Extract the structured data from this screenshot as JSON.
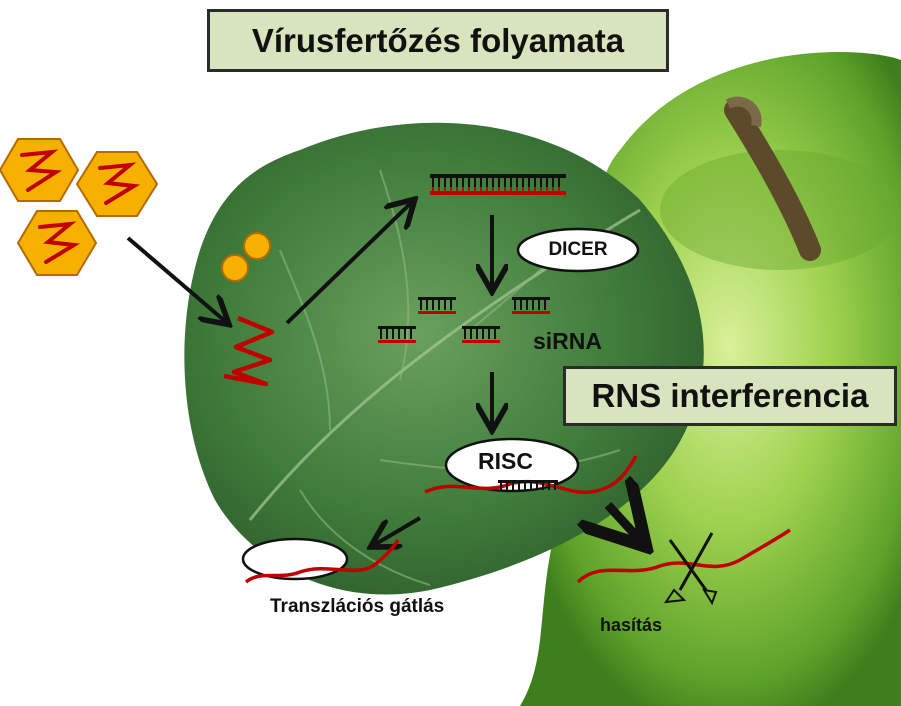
{
  "title": "Vírusfertőzés folyamata",
  "rns_title": "RNS interferencia",
  "labels": {
    "dicer": "DICER",
    "sirna": "siRNA",
    "risc": "RISC",
    "translation_block": "Transzlációs gátlás",
    "cleavage": "hasítás"
  },
  "colors": {
    "title_box_fill": "#d7e4bd",
    "rna_red": "#c00000",
    "virus_orange": "#f5b000",
    "leaf_green": "#3f7f3a",
    "apple_green": "#8cc640"
  }
}
